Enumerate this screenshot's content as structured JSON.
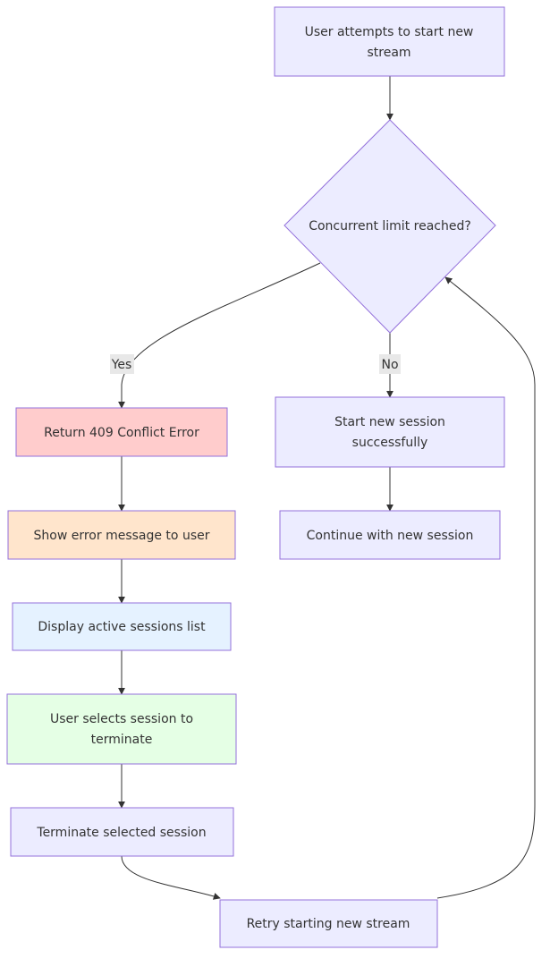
{
  "nodes": {
    "start": {
      "lines": [
        "User attempts to start new",
        "stream"
      ],
      "fill": "#ECECFF"
    },
    "decision": {
      "lines": [
        "Concurrent limit reached?"
      ],
      "fill": "#ECECFF"
    },
    "conflict": {
      "lines": [
        "Return 409 Conflict Error"
      ],
      "fill": "#FFCCCC"
    },
    "start_success": {
      "lines": [
        "Start new session",
        "successfully"
      ],
      "fill": "#ECECFF"
    },
    "show_error": {
      "lines": [
        "Show error message to user"
      ],
      "fill": "#FFE5CC"
    },
    "continue": {
      "lines": [
        "Continue with new session"
      ],
      "fill": "#ECECFF"
    },
    "display_sessions": {
      "lines": [
        "Display active sessions list"
      ],
      "fill": "#E5F2FF"
    },
    "select_session": {
      "lines": [
        "User selects session to",
        "terminate"
      ],
      "fill": "#E5FFE5"
    },
    "terminate": {
      "lines": [
        "Terminate selected session"
      ],
      "fill": "#ECECFF"
    },
    "retry": {
      "lines": [
        "Retry starting new stream"
      ],
      "fill": "#ECECFF"
    }
  },
  "edge_labels": {
    "yes": "Yes",
    "no": "No"
  },
  "colors": {
    "node_border": "#9370DB",
    "edge": "#333333",
    "text": "#333333",
    "label_bg": "#E8E8E8"
  }
}
